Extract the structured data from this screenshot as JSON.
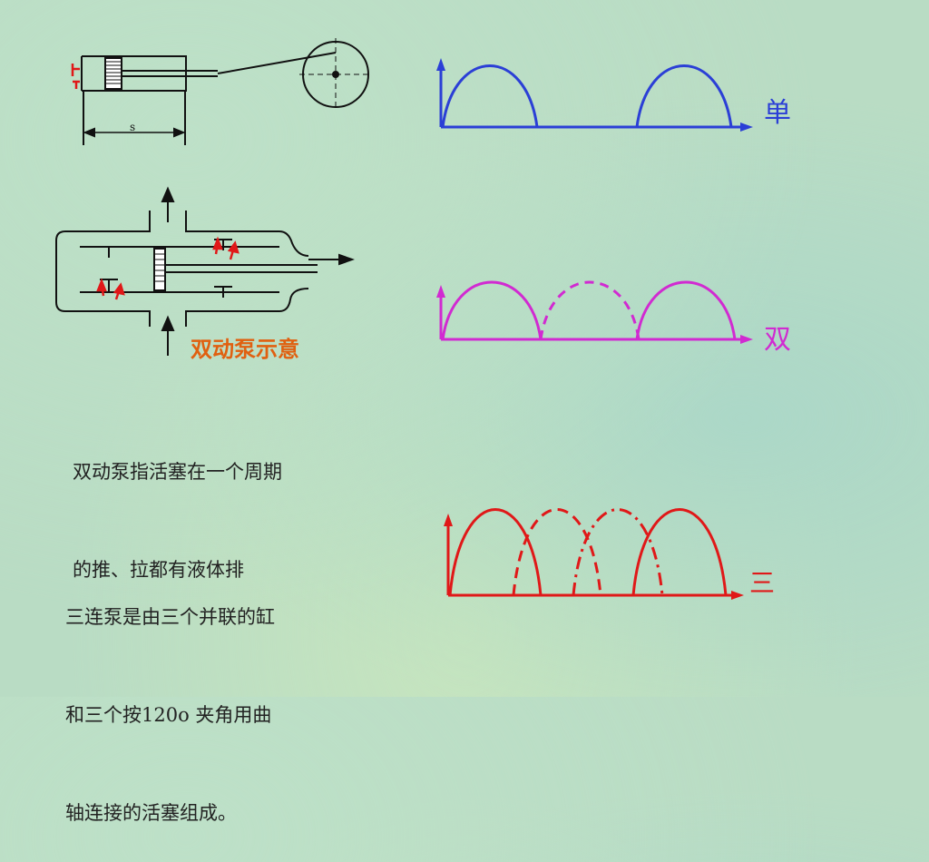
{
  "labels": {
    "single": "单",
    "double": "双",
    "triple": "三",
    "double_pump_caption": "双动泵示意",
    "piston_stroke": "s"
  },
  "text": {
    "double_desc_line1": "双动泵指活塞在一个周期",
    "double_desc_line2": "的推、拉都有液体排",
    "triple_desc_line1": "三连泵是由三个并联的缸",
    "triple_desc_line2": "和三个按120o 夹角用曲",
    "triple_desc_line3": "轴连接的活塞组成。"
  },
  "colors": {
    "single": "#2b3fd6",
    "double": "#d12ad1",
    "triple": "#e01818",
    "caption": "#e06010",
    "ink": "#111111"
  }
}
